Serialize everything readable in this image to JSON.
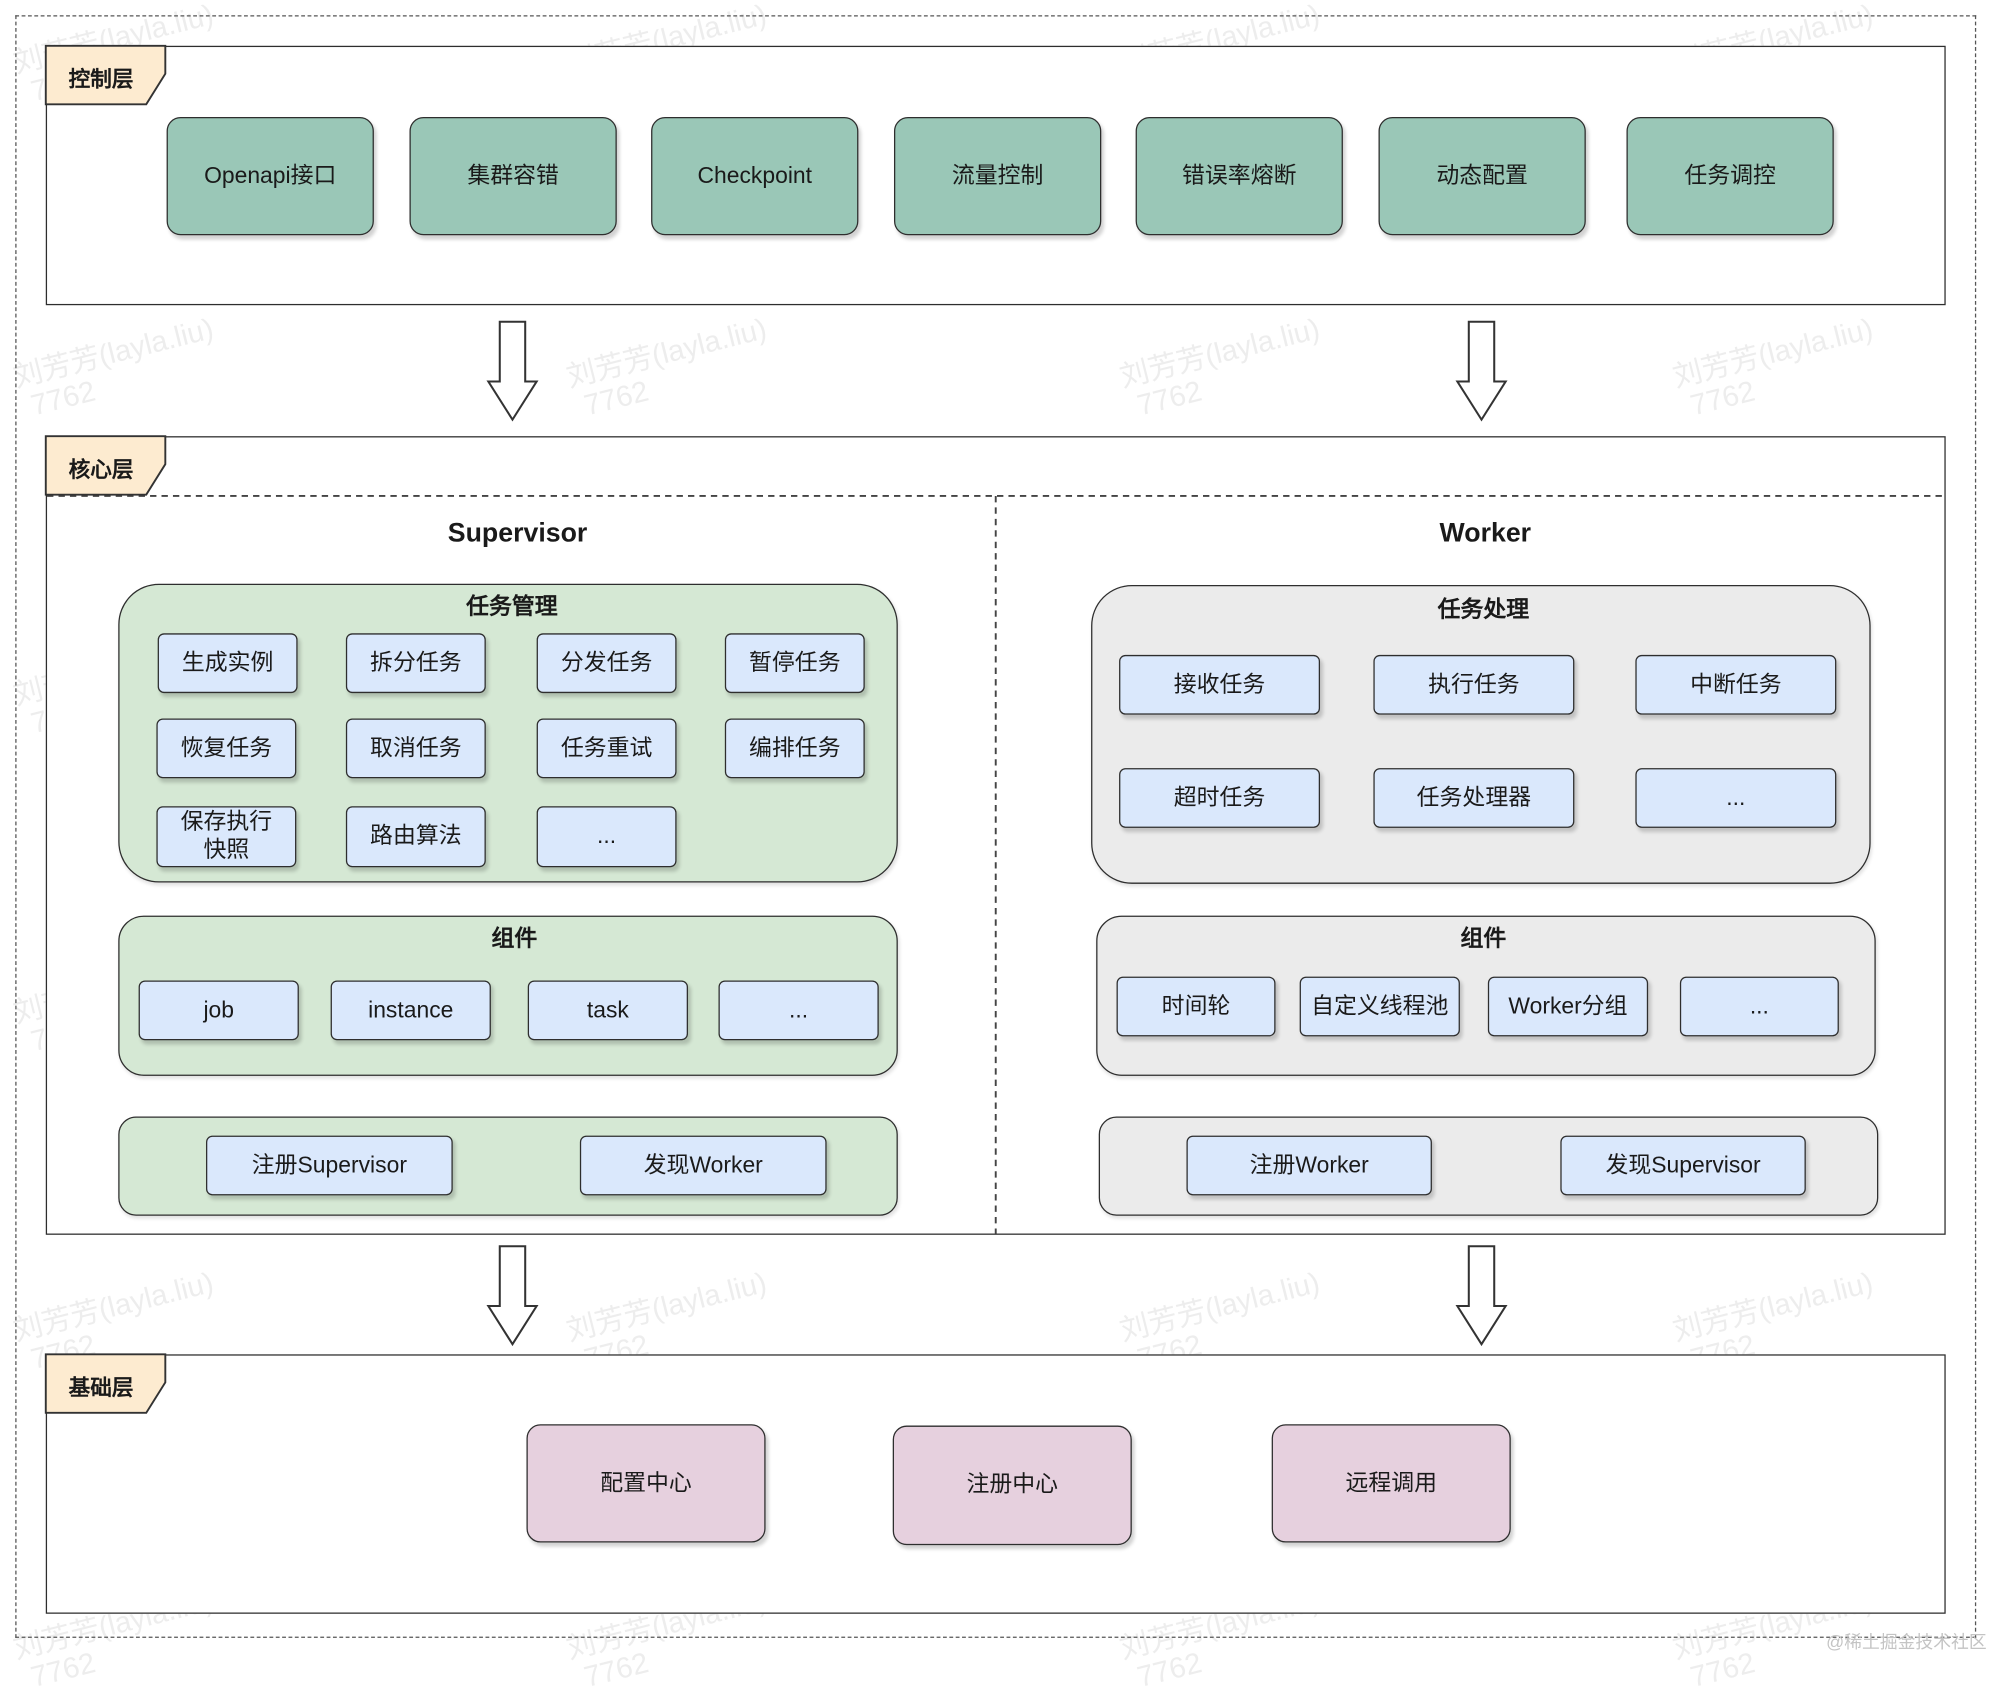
{
  "layers": {
    "control": {
      "label": "控制层",
      "items": [
        "Openapi接口",
        "集群容错",
        "Checkpoint",
        "流量控制",
        "错误率熔断",
        "动态配置",
        "任务调控"
      ]
    },
    "core": {
      "label": "核心层",
      "supervisor": {
        "title": "Supervisor",
        "task_management": {
          "title": "任务管理",
          "items": [
            "生成实例",
            "拆分任务",
            "分发任务",
            "暂停任务",
            "恢复任务",
            "取消任务",
            "任务重试",
            "编排任务",
            "保存执行快照",
            "路由算法",
            "..."
          ]
        },
        "components": {
          "title": "组件",
          "items": [
            "job",
            "instance",
            "task",
            "..."
          ]
        },
        "registry": {
          "items": [
            "注册Supervisor",
            "发现Worker"
          ]
        }
      },
      "worker": {
        "title": "Worker",
        "task_processing": {
          "title": "任务处理",
          "items": [
            "接收任务",
            "执行任务",
            "中断任务",
            "超时任务",
            "任务处理器",
            "..."
          ]
        },
        "components": {
          "title": "组件",
          "items": [
            "时间轮",
            "自定义线程池",
            "Worker分组",
            "..."
          ]
        },
        "registry": {
          "items": [
            "注册Worker",
            "发现Supervisor"
          ]
        }
      }
    },
    "base": {
      "label": "基础层",
      "items": [
        "配置中心",
        "注册中心",
        "远程调用"
      ]
    }
  },
  "watermark": {
    "name": "刘芳芳(layla.liu)",
    "id": "7762"
  },
  "credit": "@稀土掘金技术社区",
  "colors": {
    "control_fill": "#9ac7b7",
    "supervisor_group_fill": "#d5e8d4",
    "item_fill": "#dae8fc",
    "worker_group_fill": "#ebebeb",
    "base_fill": "#e6d0de",
    "tab_fill": "#fdebd0"
  }
}
